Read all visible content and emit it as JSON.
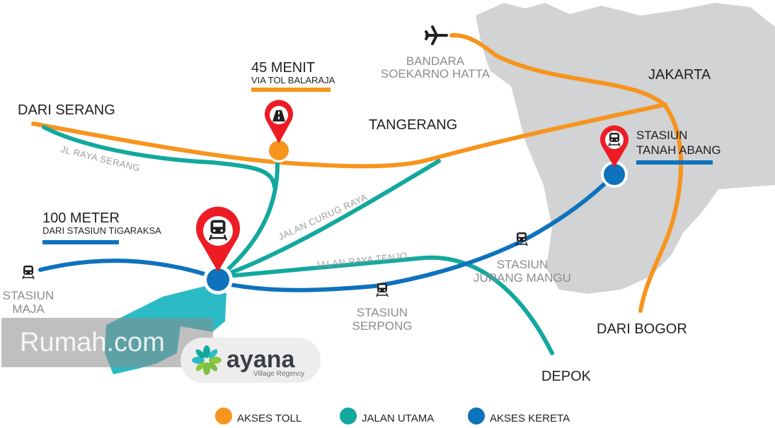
{
  "colors": {
    "toll": "#F7941D",
    "road": "#13A89E",
    "rail": "#0E72BC",
    "pin": "#ED1C24",
    "land": "#D1D3D4",
    "site": "#2BBBC6"
  },
  "labels": {
    "dari_serang": "DARI SERANG",
    "menit": "45 MENIT",
    "via_tol": "VIA TOL BALARAJA",
    "bandara_1": "BANDARA",
    "bandara_2": "SOEKARNO HATTA",
    "jakarta": "JAKARTA",
    "tangerang": "TANGERANG",
    "tanah_abang_1": "STASIUN",
    "tanah_abang_2": "TANAH ABANG",
    "jl_raya_serang": "JL RAYA SERANG",
    "meter": "100 METER",
    "dari_tigaraksa": "DARI STASIUN TIGARAKSA",
    "jalan_curug": "JALAN CURUG RAYA",
    "jalan_tenjo": "JALAN RAYA TENJO",
    "jurang_1": "STASIUN",
    "jurang_2": "JURANG MANGU",
    "maja_1": "STASIUN",
    "maja_2": "MAJA",
    "serpong_1": "STASIUN",
    "serpong_2": "SERPONG",
    "dari_bogor": "DARI BOGOR",
    "depok": "DEPOK"
  },
  "logo": {
    "name": "ayana",
    "sub": "Village Regency"
  },
  "watermark": "Rumah.com",
  "legend": [
    {
      "label": "AKSES TOLL",
      "color": "#F7941D"
    },
    {
      "label": "JALAN UTAMA",
      "color": "#13A89E"
    },
    {
      "label": "AKSES KERETA",
      "color": "#0E72BC"
    }
  ]
}
